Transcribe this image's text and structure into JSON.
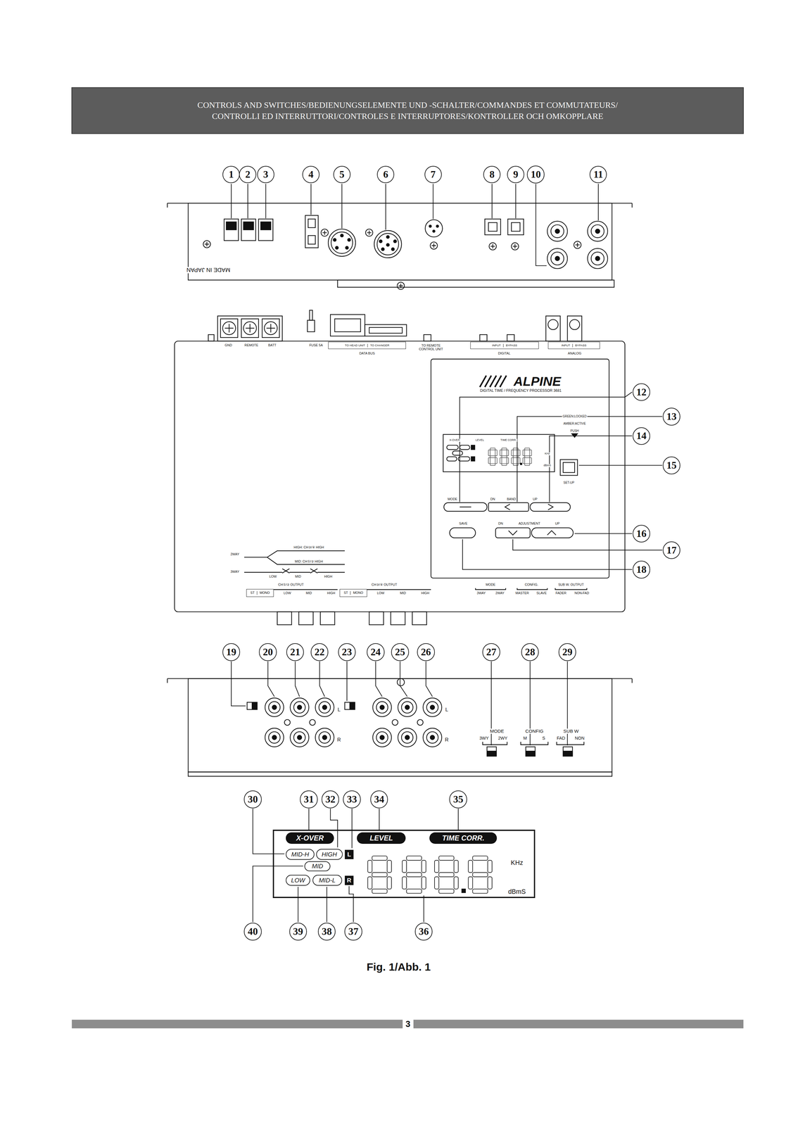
{
  "diagram": {
    "title": "CONTROLS AND SWITCHES/BEDIENUNGSELEMENTE UND -SCHALTER/COMMANDES ET COMMUTATEURS/ CONTROLLI ED INTERRUTTORI/CONTROLES E INTERRUPTORES/KONTROLLER OCH OMKOPPLARE",
    "caption": "Fig. 1/Abb. 1",
    "nodes": [
      {
        "text": [
          "1"
        ]
      },
      {
        "text": [
          "2"
        ]
      },
      {
        "text": [
          "3"
        ]
      },
      {
        "text": [
          "4"
        ]
      },
      {
        "text": [
          "5"
        ]
      },
      {
        "text": [
          "6"
        ]
      },
      {
        "text": [
          "7"
        ]
      },
      {
        "text": [
          "8"
        ]
      },
      {
        "text": [
          "9"
        ]
      },
      {
        "text": [
          "10"
        ]
      },
      {
        "text": [
          "11"
        ]
      },
      {
        "text": [
          "TO HEAD UNIT",
          "TO CHANGER"
        ]
      },
      {
        "text": [
          "INPUT",
          "BYPASS"
        ]
      },
      {
        "text": [
          "INPUT",
          "BYPASS"
        ]
      },
      {
        "text": [
          "12"
        ]
      },
      {
        "text": [
          "13"
        ]
      },
      {
        "text": [
          "14"
        ]
      },
      {
        "text": [
          "15"
        ]
      },
      {
        "text": [
          "16"
        ]
      },
      {
        "text": [
          "17"
        ]
      },
      {
        "text": [
          "18"
        ]
      },
      {
        "text": [
          "ST",
          "MONO"
        ]
      },
      {
        "text": [
          "ST",
          "MONO"
        ]
      },
      {
        "text": [
          "19"
        ]
      },
      {
        "text": [
          "20"
        ]
      },
      {
        "text": [
          "21"
        ]
      },
      {
        "text": [
          "22"
        ]
      },
      {
        "text": [
          "23"
        ]
      },
      {
        "text": [
          "24"
        ]
      },
      {
        "text": [
          "25"
        ]
      },
      {
        "text": [
          "26"
        ]
      },
      {
        "text": [
          "27"
        ]
      },
      {
        "text": [
          "28"
        ]
      },
      {
        "text": [
          "29"
        ]
      },
      {
        "text": [
          "KHz",
          "dBmS"
        ]
      },
      {
        "text": [
          "X-OVER"
        ],
        "in": 34
      },
      {
        "text": [
          "LEVEL"
        ],
        "in": 34
      },
      {
        "text": [
          "TIME CORR."
        ],
        "in": 34
      },
      {
        "text": [
          "MID-H"
        ],
        "in": 34
      },
      {
        "text": [
          "HIGH"
        ],
        "in": 34
      },
      {
        "text": [
          "L"
        ],
        "in": 34
      },
      {
        "text": [
          "MID"
        ],
        "in": 34
      },
      {
        "text": [
          "LOW"
        ],
        "in": 34
      },
      {
        "text": [
          "MID-L"
        ],
        "in": 34
      },
      {
        "text": [
          "R"
        ],
        "in": 34
      },
      {
        "text": [
          "30"
        ]
      },
      {
        "text": [
          "31"
        ]
      },
      {
        "text": [
          "32"
        ]
      },
      {
        "text": [
          "33"
        ]
      },
      {
        "text": [
          "34"
        ]
      },
      {
        "text": [
          "35"
        ]
      },
      {
        "text": [
          "36"
        ]
      },
      {
        "text": [
          "37"
        ]
      },
      {
        "text": [
          "38"
        ]
      },
      {
        "text": [
          "39"
        ]
      },
      {
        "text": [
          "40"
        ]
      }
    ],
    "labels": [
      "MADE IN JAPAN",
      "GND",
      "REMOTE",
      "BATT",
      "FUSE 5A",
      "DATA BUS",
      "TO REMOTE CONTROL UNIT",
      "DIGITAL",
      "ANALOG",
      "ALPINE",
      "DIGITAL TIME / FREQUENCY PROCESSOR 3681",
      "X-OVER",
      "LEVEL",
      "TIME CORR.",
      "KHz",
      "dBmS",
      "GREEN:LOCKED",
      "AMBER:ACTIVE",
      "PUSH",
      "SET-UP",
      "MODE",
      "DN",
      "BAND",
      "UP",
      "SAVE",
      "DN",
      "ADJUSTMENT",
      "UP",
      "2WAY",
      "3WAY",
      "HIGH: CH③/④ HIGH",
      "MID: CH①/② HIGH",
      "LOW",
      "MID",
      "HIGH",
      "CH①/② OUTPUT",
      "LOW",
      "MID",
      "HIGH",
      "CH③/④ OUTPUT",
      "LOW",
      "MID",
      "HIGH",
      "MODE",
      "3WAY",
      "2WAY",
      "CONFIG.",
      "MASTER",
      "SLAVE",
      "SUB W. OUTPUT",
      "FADER",
      "NON-FAD",
      "L",
      "R",
      "L",
      "R",
      "MODE",
      "3WY",
      "2WY",
      "CONFIG",
      "M",
      "S",
      "SUB W",
      "FAD",
      "NON",
      "3"
    ]
  }
}
